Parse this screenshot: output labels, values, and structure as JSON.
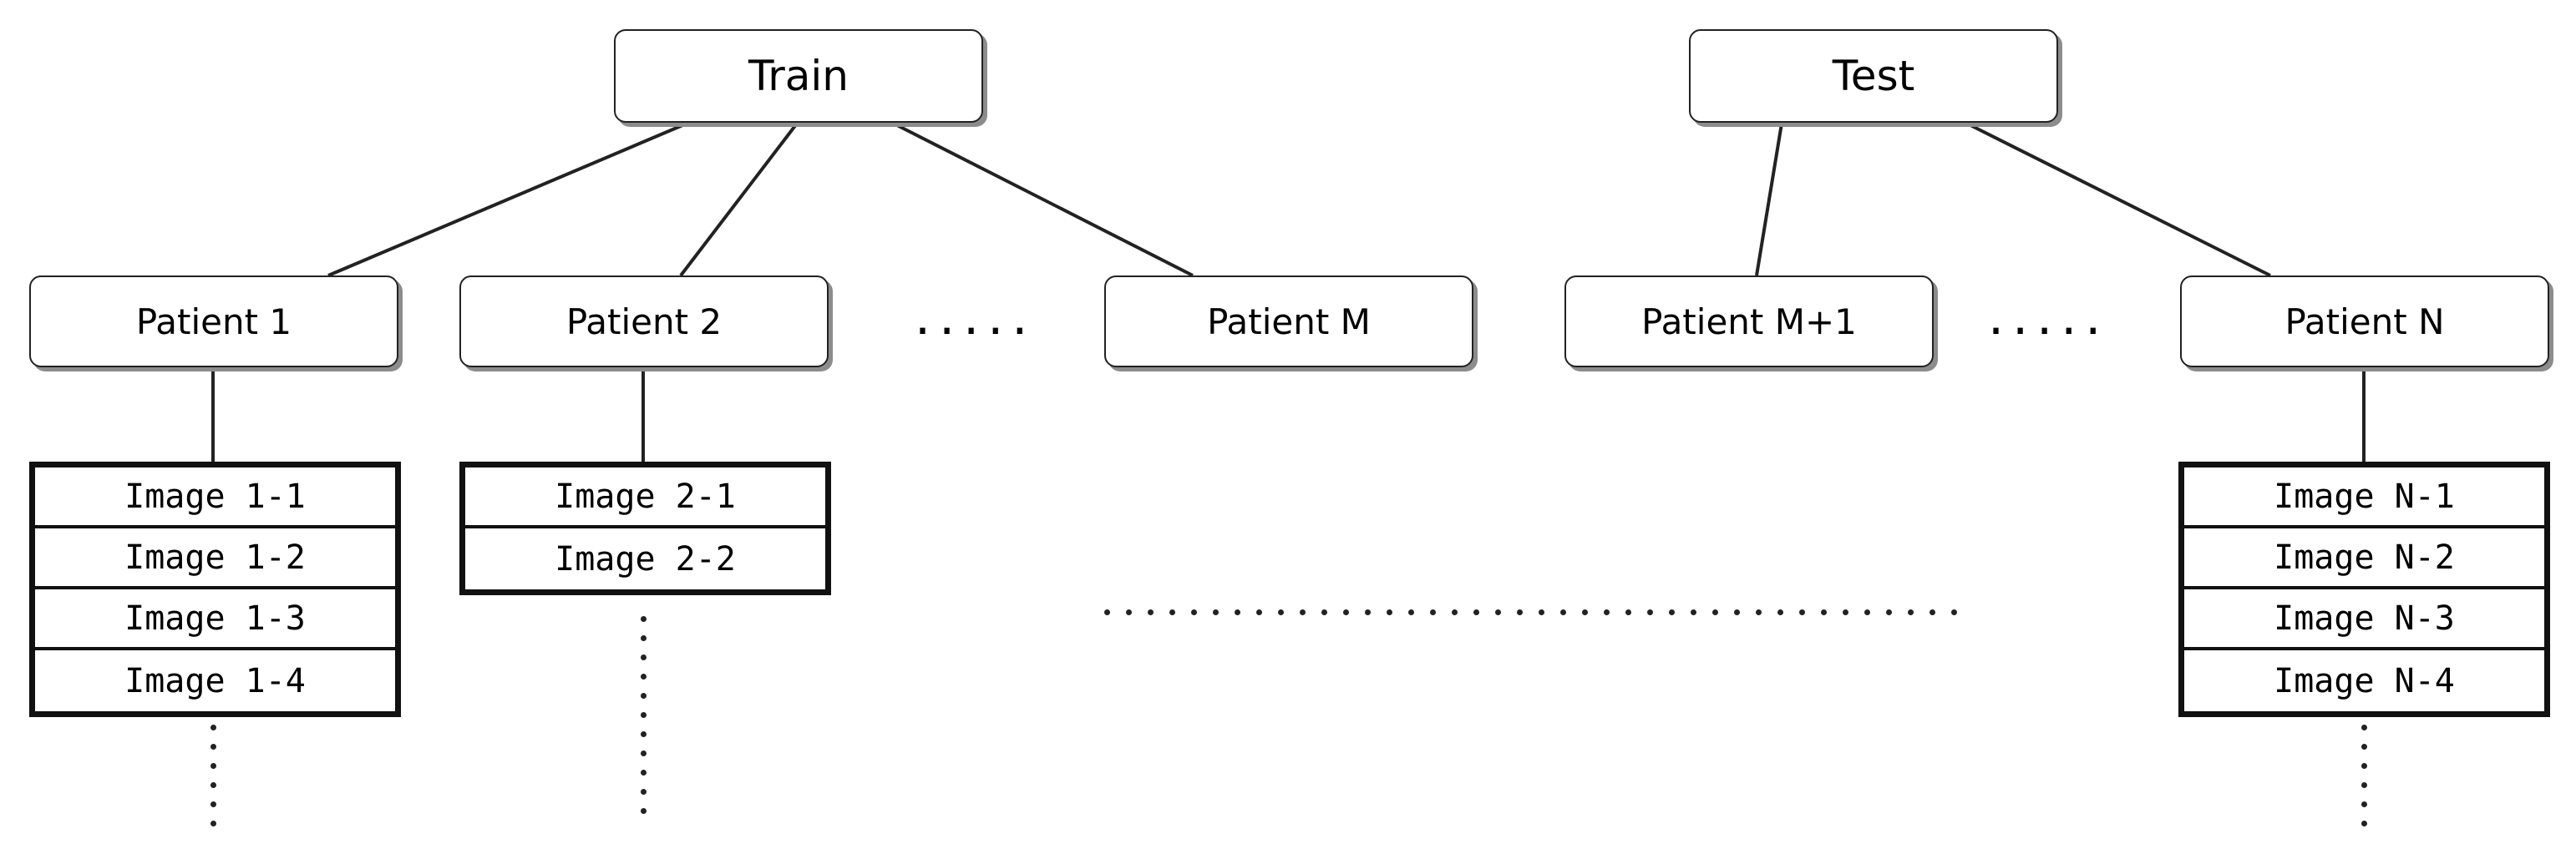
{
  "roots": {
    "train": "Train",
    "test": "Test"
  },
  "patients": [
    "Patient 1",
    "Patient 2",
    "Patient M",
    "Patient M+1",
    "Patient N"
  ],
  "images": {
    "p1": [
      "Image 1-1",
      "Image 1-2",
      "Image 1-3",
      "Image 1-4"
    ],
    "p2": [
      "Image 2-1",
      "Image 2-2"
    ],
    "pN": [
      "Image N-1",
      "Image N-2",
      "Image N-3",
      "Image N-4"
    ]
  },
  "ellipsis": "....."
}
